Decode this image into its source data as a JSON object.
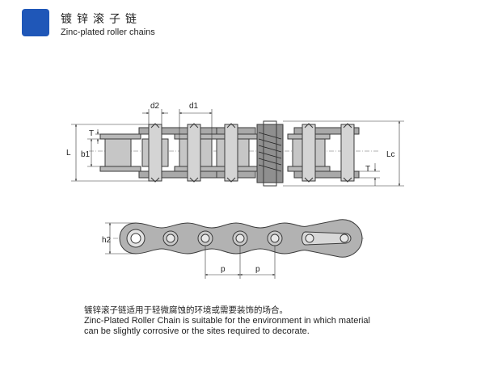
{
  "header": {
    "title_cn": "镀锌滚子链",
    "title_en": "Zinc-plated roller chains"
  },
  "diagram": {
    "labels": {
      "d2": "d2",
      "d1": "d1",
      "L": "L",
      "b1": "b1",
      "T_left": "T",
      "Lc": "Lc",
      "T_right": "T",
      "h2": "h2",
      "p1": "p",
      "p2": "p"
    },
    "colors": {
      "plate_fill": "#a9a9a9",
      "plate_stroke": "#3a3a3a",
      "roller_fill": "#c6c6c6",
      "dim_line": "#333333"
    }
  },
  "description": {
    "line_cn": "镀锌滚子链适用于轻微腐蚀的环境或需要装饰的场合。",
    "line_en_1": "Zinc-Plated Roller Chain is suitable for the environment in which material",
    "line_en_2": "can be slightly corrosive or the sites required to decorate."
  }
}
